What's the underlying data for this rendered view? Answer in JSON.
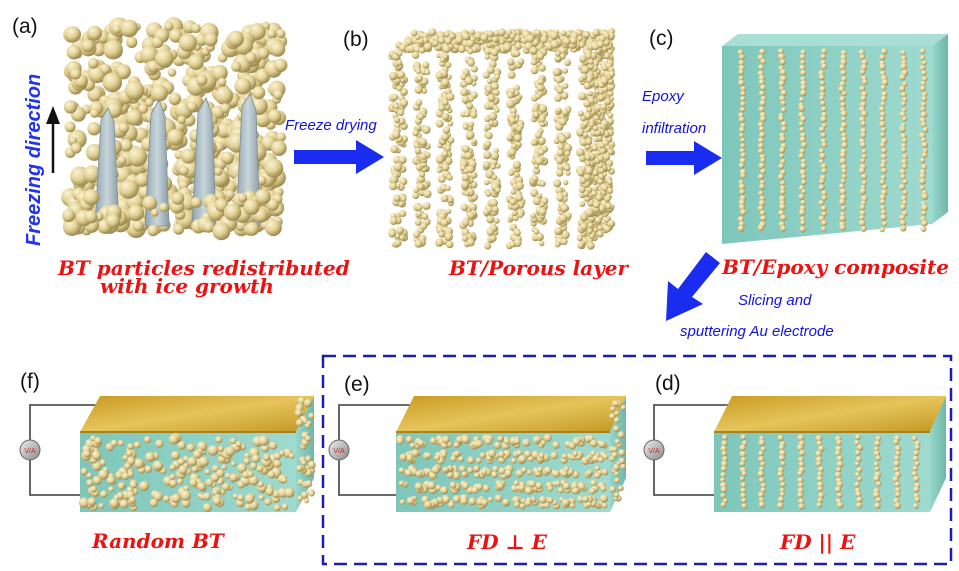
{
  "panels": {
    "a": {
      "label": "(a)",
      "caption_line1": "BT particles redistributed",
      "caption_line2": "with ice growth"
    },
    "b": {
      "label": "(b)",
      "caption": "BT/Porous layer"
    },
    "c": {
      "label": "(c)",
      "caption": "BT/Epoxy composite"
    },
    "d": {
      "label": "(d)",
      "caption": "FD || E"
    },
    "e": {
      "label": "(e)",
      "caption": "FD ⊥ E"
    },
    "f": {
      "label": "(f)",
      "caption": "Random BT"
    }
  },
  "arrows": {
    "freezing_direction": "Freezing direction",
    "freeze_drying": "Freeze drying",
    "epoxy_line1": "Epoxy",
    "epoxy_line2": "infiltration",
    "slicing_line1": "Slicing and",
    "slicing_line2": "sputtering Au electrode"
  },
  "meter_label": "V/A",
  "colors": {
    "caption_red": "#ee1111",
    "arrow_blue": "#1a2cf0",
    "particle": "#e3d39a",
    "epoxy": "#86cfc3",
    "electrode_gold": "#d9b23e",
    "dashed_box": "#1d1db3"
  }
}
